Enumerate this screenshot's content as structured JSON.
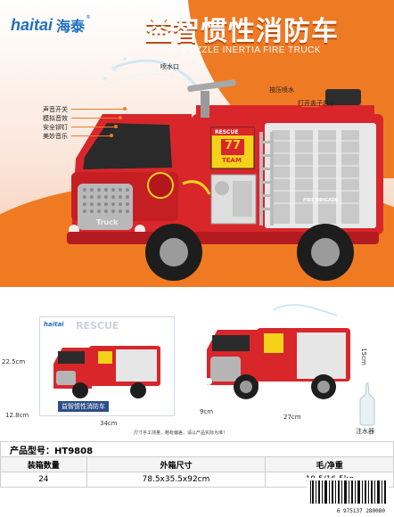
{
  "brand": {
    "name_en": "haitai",
    "name_cn": "海泰",
    "reg": "®"
  },
  "title": {
    "cn": "益智惯性消防车",
    "en": "PUZZLE INERTIA FIRE TRUCK"
  },
  "callouts": {
    "nozzle": "喷水口",
    "press_spray": "按压喷水",
    "open_cover": "打开盖子装水",
    "sound_switch": "声音开关",
    "simulated_sound": "模拟音效",
    "safe_rivet": "安全铆钉",
    "beautiful_light": "美妙音乐"
  },
  "truck_text": {
    "rescue": "RESCUE",
    "number": "77",
    "team": "TEAM",
    "side": "FIRE BRIGADE",
    "brand": "Truck"
  },
  "box_text": {
    "rescue": "RESCUE",
    "brand": "haitai",
    "chinese": "益智惯性消防车"
  },
  "dimensions": {
    "box_height": "22.5cm",
    "box_depth": "12.8cm",
    "box_width": "34cm",
    "toy_height": "15cm",
    "toy_depth": "9cm",
    "toy_width": "27cm"
  },
  "water_bottle_label": "注水器",
  "footnote": "尺寸手工测量，略有偏差，请以产品实际为准！",
  "spec": {
    "model_label": "产品型号：",
    "model_value": "HT9808",
    "headers": [
      "装箱数量",
      "外箱尺寸",
      "毛/净重"
    ],
    "values": [
      "24",
      "78.5x35.5x92cm",
      "19.5/16.5kg"
    ]
  },
  "barcode_number": "6 975137 280080",
  "colors": {
    "brand": "#1f6fbf",
    "orange": "#f07a22",
    "truck_red": "#d8262b",
    "label_yellow": "#f4d21a"
  }
}
